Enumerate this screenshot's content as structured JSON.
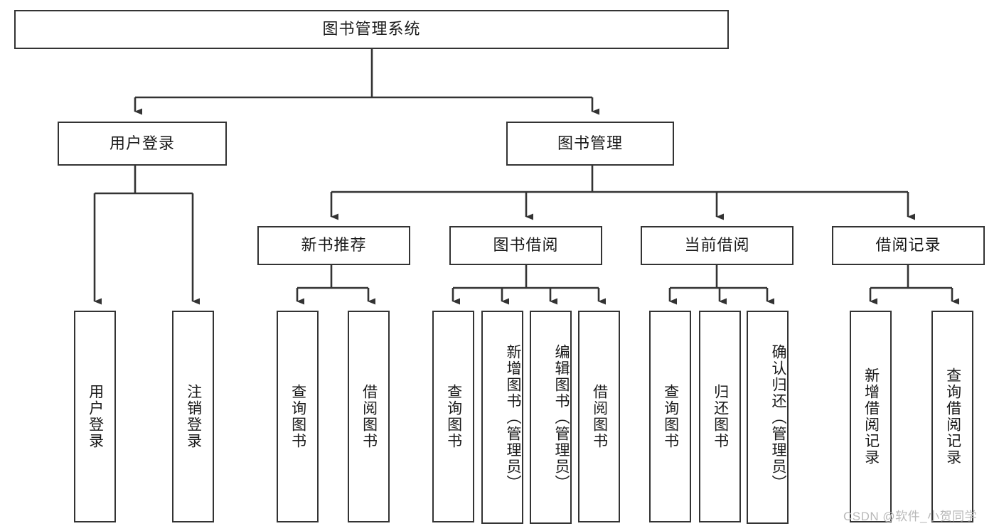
{
  "diagram": {
    "title": "图书管理系统",
    "type": "hierarchy-tree",
    "root": {
      "label": "图书管理系统",
      "id": "root-system"
    },
    "level2": [
      {
        "id": "user-login",
        "label": "用户登录"
      },
      {
        "id": "book-manage",
        "label": "图书管理"
      }
    ],
    "level3": [
      {
        "id": "new-book-recommend",
        "label": "新书推荐",
        "parent": "book-manage"
      },
      {
        "id": "book-borrow",
        "label": "图书借阅",
        "parent": "book-manage"
      },
      {
        "id": "current-borrow",
        "label": "当前借阅",
        "parent": "book-manage"
      },
      {
        "id": "borrow-record",
        "label": "借阅记录",
        "parent": "book-manage"
      }
    ],
    "leaves": {
      "user-login": [
        {
          "id": "leaf-user-login",
          "label": "用户登录"
        },
        {
          "id": "leaf-logout-login",
          "label": "注销登录"
        }
      ],
      "new-book-recommend": [
        {
          "id": "leaf-query-book-1",
          "label": "查询图书"
        },
        {
          "id": "leaf-borrow-book-1",
          "label": "借阅图书"
        }
      ],
      "book-borrow": [
        {
          "id": "leaf-query-book-2",
          "label": "查询图书"
        },
        {
          "id": "leaf-add-book",
          "label": "新增图书（管理员）"
        },
        {
          "id": "leaf-edit-book",
          "label": "编辑图书（管理员）"
        },
        {
          "id": "leaf-borrow-book-2",
          "label": "借阅图书"
        }
      ],
      "current-borrow": [
        {
          "id": "leaf-query-book-3",
          "label": "查询图书"
        },
        {
          "id": "leaf-return-book",
          "label": "归还图书"
        },
        {
          "id": "leaf-confirm-return",
          "label": "确认归还（管理员）"
        }
      ],
      "borrow-record": [
        {
          "id": "leaf-add-record",
          "label": "新增借阅记录"
        },
        {
          "id": "leaf-query-record",
          "label": "查询借阅记录"
        }
      ]
    }
  },
  "watermark": {
    "text": "CSDN @软件_小贺同学"
  },
  "colors": {
    "border": "#333333",
    "background": "#ffffff",
    "text": "#1a1a1a",
    "watermark": "#b9b9b9"
  }
}
